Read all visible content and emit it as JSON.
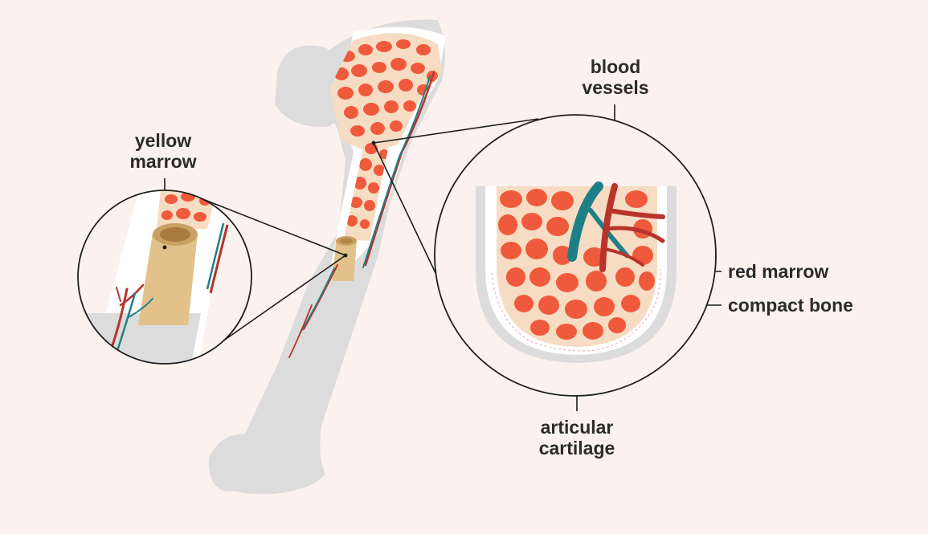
{
  "labels": {
    "yellow_marrow": {
      "line1": "yellow",
      "line2": "marrow"
    },
    "blood_vessels": {
      "line1": "blood",
      "line2": "vessels"
    },
    "red_marrow": "red marrow",
    "compact_bone": "compact bone",
    "articular_cartilage": {
      "line1": "articular",
      "line2": "cartilage"
    }
  },
  "colors": {
    "background": "#fbf2f0",
    "bone": "#dcdcdc",
    "red_marrow": "#f05a3c",
    "spongy_matrix": "#f6dcc2",
    "yellow_marrow": "#e2c28a",
    "artery": "#b8332a",
    "vein": "#1f7f86",
    "outline": "#1f1f1f"
  }
}
